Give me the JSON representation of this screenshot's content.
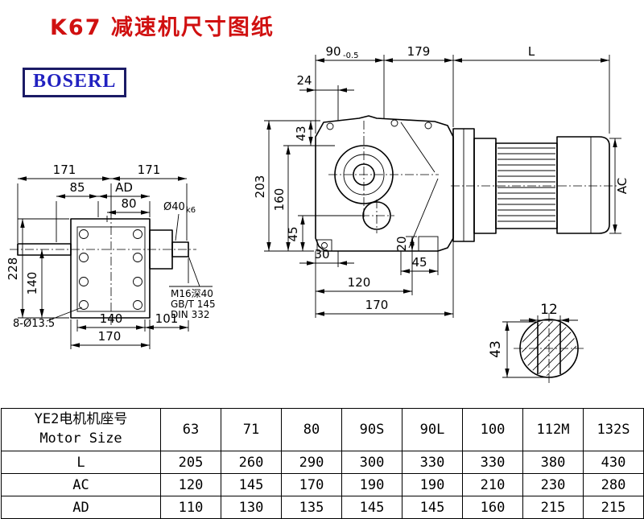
{
  "page": {
    "title": "K67 减速机尺寸图纸",
    "brand": "BOSERL"
  },
  "front_view": {
    "dim_90": "90",
    "dim_90_tol": "-0.5",
    "dim_179": "179",
    "dim_L": "L",
    "dim_24": "24",
    "dim_43": "43",
    "dim_203": "203",
    "dim_160": "160",
    "dim_45_left": "45",
    "dim_30": "30",
    "dim_20": "20",
    "dim_45_bottom": "45",
    "dim_120": "120",
    "dim_170": "170",
    "dim_AC": "AC"
  },
  "side_view": {
    "dim_171_a": "171",
    "dim_171_b": "171",
    "dim_85": "85",
    "dim_AD": "AD",
    "dim_80": "80",
    "dim_228": "228",
    "dim_140_left": "140",
    "dim_140_bottom": "140",
    "dim_101": "101",
    "dim_170": "170",
    "bolt_note": "8-Ø13.5",
    "shaft_dia": "Ø40",
    "shaft_dia_tol": "k6",
    "thread_note_1": "M16深40",
    "thread_note_2": "GB/T 145",
    "thread_note_3": "DIN 332"
  },
  "shaft_view": {
    "dim_12": "12",
    "dim_43": "43"
  },
  "table": {
    "header": {
      "label_line1": "YE2电机机座号",
      "label_line2": "Motor Size",
      "sizes": [
        "63",
        "71",
        "80",
        "90S",
        "90L",
        "100",
        "112M",
        "132S"
      ]
    },
    "rows": [
      {
        "label": "L",
        "values": [
          "205",
          "260",
          "290",
          "300",
          "330",
          "330",
          "380",
          "430"
        ]
      },
      {
        "label": "AC",
        "values": [
          "120",
          "145",
          "170",
          "190",
          "190",
          "210",
          "230",
          "280"
        ]
      },
      {
        "label": "AD",
        "values": [
          "110",
          "130",
          "135",
          "145",
          "145",
          "160",
          "215",
          "215"
        ]
      }
    ]
  }
}
